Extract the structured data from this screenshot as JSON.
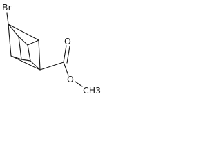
{
  "molecule": {
    "atom_labels": {
      "bromine": "Br",
      "carbonyl_oxygen": "O",
      "ester_oxygen": "O",
      "methyl": "CH3"
    },
    "colors": {
      "bond": "#1a1a1a",
      "background": "#ffffff"
    }
  }
}
